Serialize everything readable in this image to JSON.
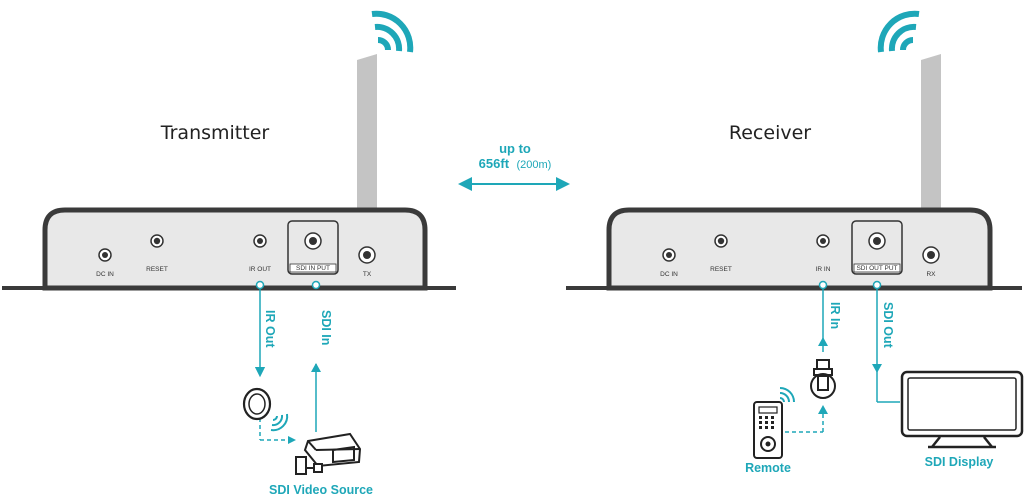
{
  "transmitter": {
    "title": "Transmitter",
    "ports": {
      "dc_in": "DC IN",
      "reset": "RESET",
      "ir_out": "IR OUT",
      "sdi_input": "SDI IN PUT",
      "tx": "TX"
    },
    "ir_label": "IR Out",
    "sdi_label": "SDI In",
    "source_label": "SDI Video Source"
  },
  "receiver": {
    "title": "Receiver",
    "ports": {
      "dc_in": "DC IN",
      "reset": "RESET",
      "ir_in": "IR IN",
      "sdi_output": "SDI OUT PUT",
      "rx": "RX"
    },
    "ir_label": "IR In",
    "sdi_label": "SDI Out",
    "remote_label": "Remote",
    "display_label": "SDI Display"
  },
  "range": {
    "line1": "up to",
    "value": "656ft",
    "metric": "(200m)"
  },
  "colors": {
    "accent": "#1ea7b8",
    "device_body": "#e8e8e8",
    "device_outline": "#3a3a3a",
    "antenna": "#c4c4c4"
  }
}
